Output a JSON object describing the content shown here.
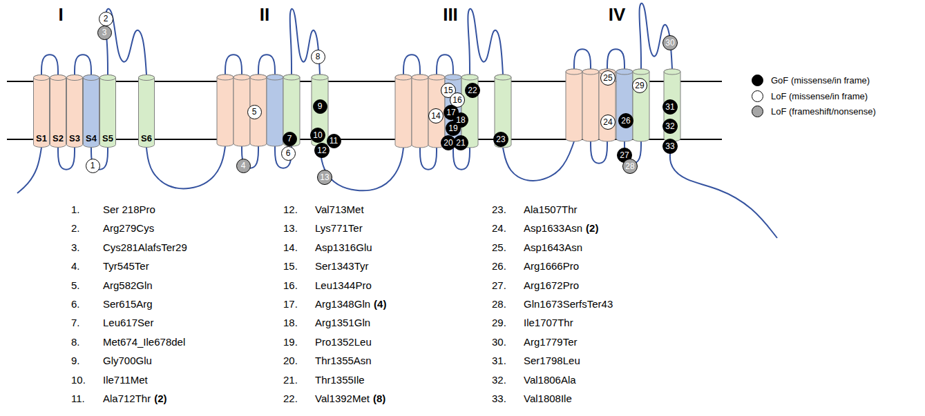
{
  "diagram": {
    "nodes": [
      {
        "text": [
          "S1"
        ]
      },
      {
        "text": [
          "S2"
        ]
      },
      {
        "text": [
          "S3"
        ]
      },
      {
        "text": [
          "S4"
        ]
      },
      {
        "text": [
          "S5"
        ]
      },
      {
        "text": [
          "S6"
        ]
      },
      {
        "text": [
          "1"
        ]
      },
      {
        "text": [
          "2"
        ]
      },
      {
        "text": [
          "3"
        ]
      },
      {
        "text": [
          "4"
        ]
      },
      {
        "text": [
          "5"
        ]
      },
      {
        "text": [
          "6"
        ]
      },
      {
        "text": [
          "7"
        ]
      },
      {
        "text": [
          "8"
        ]
      },
      {
        "text": [
          "9"
        ]
      },
      {
        "text": [
          "10"
        ]
      },
      {
        "text": [
          "11"
        ]
      },
      {
        "text": [
          "12"
        ]
      },
      {
        "text": [
          "13"
        ]
      },
      {
        "text": [
          "14"
        ]
      },
      {
        "text": [
          "15"
        ]
      },
      {
        "text": [
          "16"
        ]
      },
      {
        "text": [
          "17"
        ]
      },
      {
        "text": [
          "18"
        ]
      },
      {
        "text": [
          "19"
        ]
      },
      {
        "text": [
          "20"
        ]
      },
      {
        "text": [
          "21"
        ]
      },
      {
        "text": [
          "22"
        ]
      },
      {
        "text": [
          "23"
        ]
      },
      {
        "text": [
          "24"
        ]
      },
      {
        "text": [
          "25"
        ]
      },
      {
        "text": [
          "26"
        ]
      },
      {
        "text": [
          "27"
        ]
      },
      {
        "text": [
          "28"
        ]
      },
      {
        "text": [
          "29"
        ]
      },
      {
        "text": [
          "30"
        ]
      },
      {
        "text": [
          "31"
        ]
      },
      {
        "text": [
          "32"
        ]
      },
      {
        "text": [
          "33"
        ]
      }
    ],
    "edges": [
      {
        "from": 0,
        "to": 1,
        "arrow": "none"
      },
      {
        "from": 1,
        "to": 2,
        "arrow": "none"
      },
      {
        "from": 2,
        "to": 3,
        "arrow": "none"
      },
      {
        "from": 3,
        "to": 4,
        "arrow": "none"
      },
      {
        "from": 4,
        "to": 5,
        "arrow": "none"
      }
    ],
    "labels": [
      "I",
      "II",
      "III",
      "IV",
      "1.",
      "Ser 218Pro",
      "2.",
      "Arg279Cys",
      "3.",
      "Cys281AlafsTer29",
      "4.",
      "Tyr545Ter",
      "5.",
      "Arg582Gln",
      "6.",
      "Ser615Arg",
      "7.",
      "Leu617Ser",
      "8.",
      "Met674_Ile678del",
      "9.",
      "Gly700Glu",
      "10.",
      "Ile711Met",
      "11.",
      "Ala712Thr",
      "(2)",
      "12.",
      "Val713Met",
      "13.",
      "Lys771Ter",
      "14.",
      "Asp1316Glu",
      "15.",
      "Ser1343Tyr",
      "16.",
      "Leu1344Pro",
      "17.",
      "Arg1348Gln",
      "(4)",
      "18.",
      "Arg1351Gln",
      "19.",
      "Pro1352Leu",
      "20.",
      "Thr1355Asn",
      "21.",
      "Thr1355Ile",
      "22.",
      "Val1392Met",
      "(8)",
      "23.",
      "Ala1507Thr",
      "24.",
      "Asp1633Asn",
      "(2)",
      "25.",
      "Asp1643Asn",
      "26.",
      "Arg1666Pro",
      "27.",
      "Arg1672Pro",
      "28.",
      "Gln1673SerfsTer43",
      "29.",
      "Ile1707Thr",
      "30.",
      "Arg1779Ter",
      "31.",
      "Ser1798Leu",
      "32.",
      "Val1806Ala",
      "33.",
      "Val1808Ile"
    ],
    "legend": [
      {
        "text": "GoF (missense/in frame)",
        "color": "#000000"
      },
      {
        "text": "LoF (missense/in frame)",
        "color": "#ffffff"
      },
      {
        "text": "LoF (frameshift/nonsense)",
        "color": "#a6a6a6"
      }
    ]
  }
}
